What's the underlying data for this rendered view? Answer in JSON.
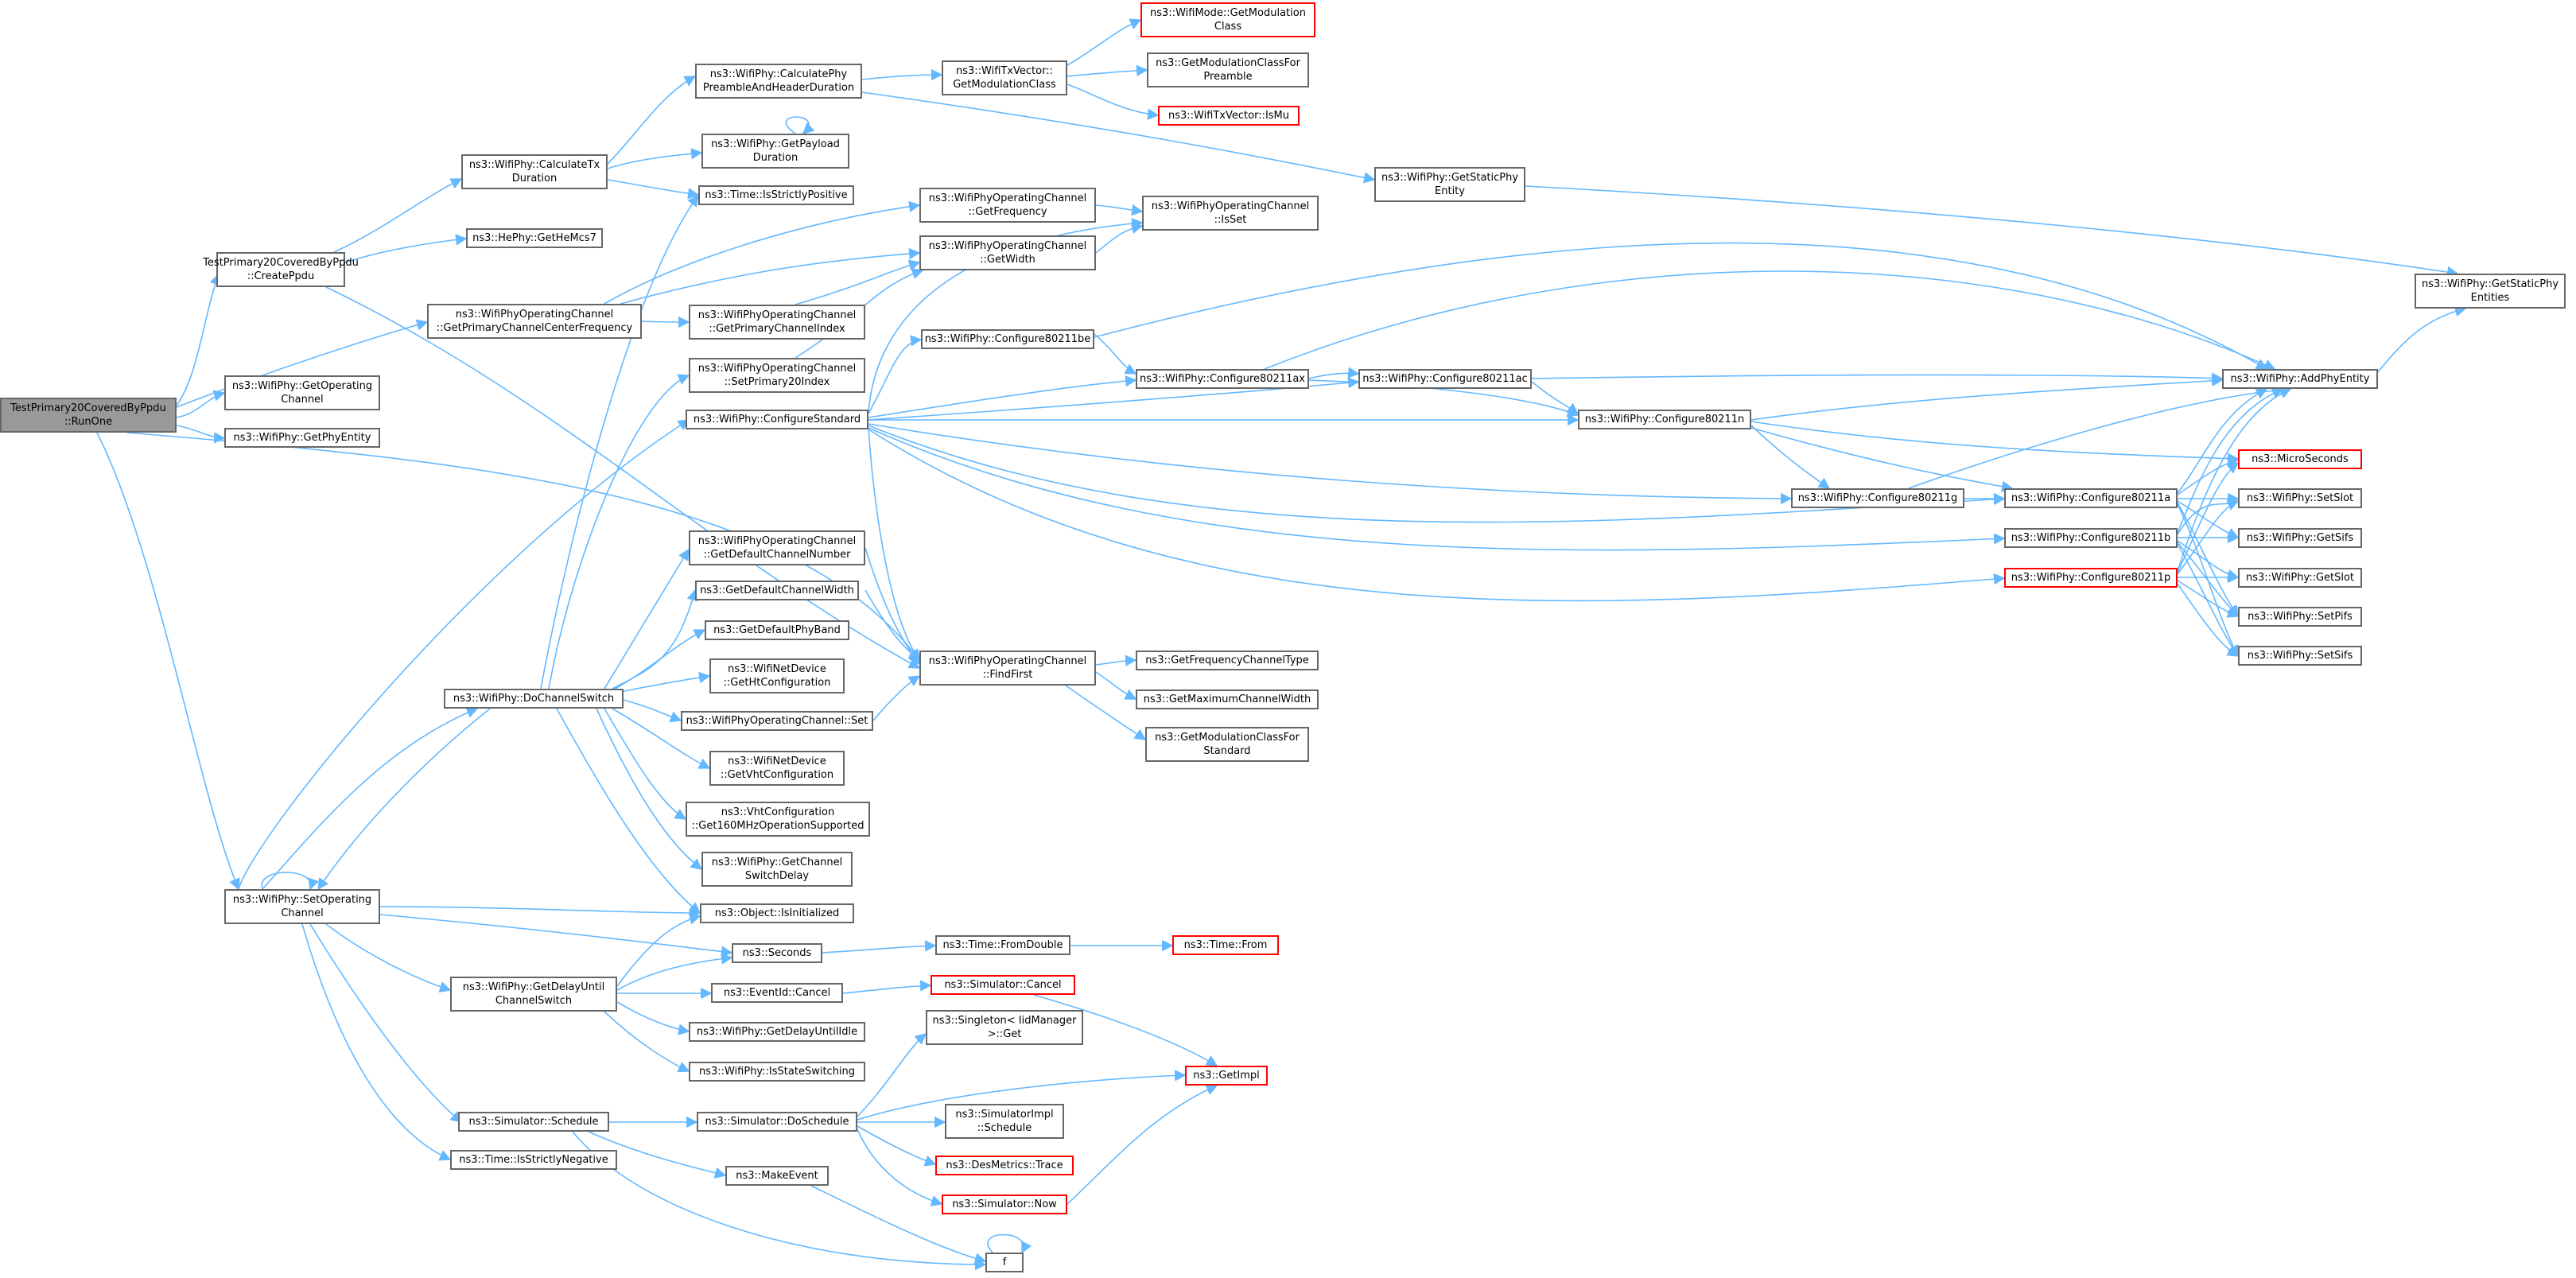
{
  "graph": {
    "edge_color": "#63b8ff",
    "node_border": "#666666",
    "node_border_truncated": "#ff0000",
    "root_fill": "#999999",
    "nodes": {
      "run_one": "TestPrimary20CoveredByPpdu\n::RunOne",
      "create_ppdu": "TestPrimary20CoveredByPpdu\n::CreatePpdu",
      "get_operating_channel": "ns3::WifiPhy::GetOperating\nChannel",
      "get_phy_entity": "ns3::WifiPhy::GetPhyEntity",
      "get_primary_center_freq": "ns3::WifiPhyOperatingChannel\n::GetPrimaryChannelCenterFrequency",
      "set_operating_channel": "ns3::WifiPhy::SetOperating\nChannel",
      "calculate_tx_duration": "ns3::WifiPhy::CalculateTx\nDuration",
      "get_he_mcs7": "ns3::HePhy::GetHeMcs7",
      "calculate_phy_preamble": "ns3::WifiPhy::CalculatePhy\nPreambleAndHeaderDuration",
      "get_payload_duration": "ns3::WifiPhy::GetPayload\nDuration",
      "is_strictly_positive": "ns3::Time::IsStrictlyPositive",
      "get_modulation_class_txv": "ns3::WifiTxVector::\nGetModulationClass",
      "wifimode_get_modulation_class": "ns3::WifiMode::GetModulation\nClass",
      "get_modulation_class_for_preamble": "ns3::GetModulationClassFor\nPreamble",
      "txvector_is_mu": "ns3::WifiTxVector::IsMu",
      "get_static_phy_entity": "ns3::WifiPhy::GetStaticPhy\nEntity",
      "get_static_phy_entities": "ns3::WifiPhy::GetStaticPhy\nEntities",
      "opch_get_frequency": "ns3::WifiPhyOperatingChannel\n::GetFrequency",
      "opch_get_width": "ns3::WifiPhyOperatingChannel\n::GetWidth",
      "opch_is_set": "ns3::WifiPhyOperatingChannel\n::IsSet",
      "opch_get_primary_index": "ns3::WifiPhyOperatingChannel\n::GetPrimaryChannelIndex",
      "opch_set_primary20": "ns3::WifiPhyOperatingChannel\n::SetPrimary20Index",
      "configure_standard": "ns3::WifiPhy::ConfigureStandard",
      "configure_be": "ns3::WifiPhy::Configure80211be",
      "configure_ax": "ns3::WifiPhy::Configure80211ax",
      "configure_ac": "ns3::WifiPhy::Configure80211ac",
      "configure_n": "ns3::WifiPhy::Configure80211n",
      "configure_g": "ns3::WifiPhy::Configure80211g",
      "configure_a": "ns3::WifiPhy::Configure80211a",
      "configure_b": "ns3::WifiPhy::Configure80211b",
      "configure_p": "ns3::WifiPhy::Configure80211p",
      "add_phy_entity": "ns3::WifiPhy::AddPhyEntity",
      "microseconds": "ns3::MicroSeconds",
      "set_slot": "ns3::WifiPhy::SetSlot",
      "get_sifs": "ns3::WifiPhy::GetSifs",
      "get_slot": "ns3::WifiPhy::GetSlot",
      "set_pifs": "ns3::WifiPhy::SetPifs",
      "set_sifs": "ns3::WifiPhy::SetSifs",
      "opch_get_default_channel_number": "ns3::WifiPhyOperatingChannel\n::GetDefaultChannelNumber",
      "get_default_channel_width": "ns3::GetDefaultChannelWidth",
      "get_default_phy_band": "ns3::GetDefaultPhyBand",
      "get_ht_configuration": "ns3::WifiNetDevice\n::GetHtConfiguration",
      "do_channel_switch": "ns3::WifiPhy::DoChannelSwitch",
      "opch_set": "ns3::WifiPhyOperatingChannel::Set",
      "get_vht_configuration": "ns3::WifiNetDevice\n::GetVhtConfiguration",
      "vht_160mhz": "ns3::VhtConfiguration\n::Get160MHzOperationSupported",
      "get_channel_switch_delay": "ns3::WifiPhy::GetChannel\nSwitchDelay",
      "opch_find_first": "ns3::WifiPhyOperatingChannel\n::FindFirst",
      "get_frequency_channel_type": "ns3::GetFrequencyChannelType",
      "get_maximum_channel_width": "ns3::GetMaximumChannelWidth",
      "get_modulation_class_for_standard": "ns3::GetModulationClassFor\nStandard",
      "object_is_initialized": "ns3::Object::IsInitialized",
      "seconds": "ns3::Seconds",
      "time_from_double": "ns3::Time::FromDouble",
      "time_from": "ns3::Time::From",
      "get_delay_until_channel_switch": "ns3::WifiPhy::GetDelayUntil\nChannelSwitch",
      "eventid_cancel": "ns3::EventId::Cancel",
      "simulator_cancel": "ns3::Simulator::Cancel",
      "get_delay_until_idle": "ns3::WifiPhy::GetDelayUntilIdle",
      "is_state_switching": "ns3::WifiPhy::IsStateSwitching",
      "singleton_get": "ns3::Singleton< IidManager\n>::Get",
      "get_impl": "ns3::GetImpl",
      "simulator_schedule": "ns3::Simulator::Schedule",
      "simulator_do_schedule": "ns3::Simulator::DoSchedule",
      "simulatorimpl_schedule": "ns3::SimulatorImpl\n::Schedule",
      "desmetrics_trace": "ns3::DesMetrics::Trace",
      "simulator_now": "ns3::Simulator::Now",
      "make_event": "ns3::MakeEvent",
      "time_is_strictly_negative": "ns3::Time::IsStrictlyNegative",
      "f": "f"
    }
  }
}
